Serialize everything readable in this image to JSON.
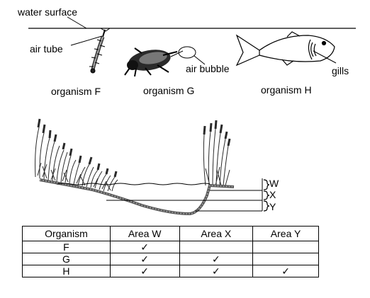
{
  "labels": {
    "water_surface": "water surface",
    "air_tube": "air tube",
    "air_bubble": "air bubble",
    "gills": "gills",
    "organism_f": "organism  F",
    "organism_g": "organism  G",
    "organism_h": "organism  H",
    "zone_w": "W",
    "zone_x": "X",
    "zone_y": "Y"
  },
  "table": {
    "headers": [
      "Organism",
      "Area W",
      "Area X",
      "Area Y"
    ],
    "rows": [
      [
        "F",
        "✓",
        "",
        ""
      ],
      [
        "G",
        "✓",
        "✓",
        ""
      ],
      [
        "H",
        "✓",
        "✓",
        "✓"
      ]
    ]
  }
}
